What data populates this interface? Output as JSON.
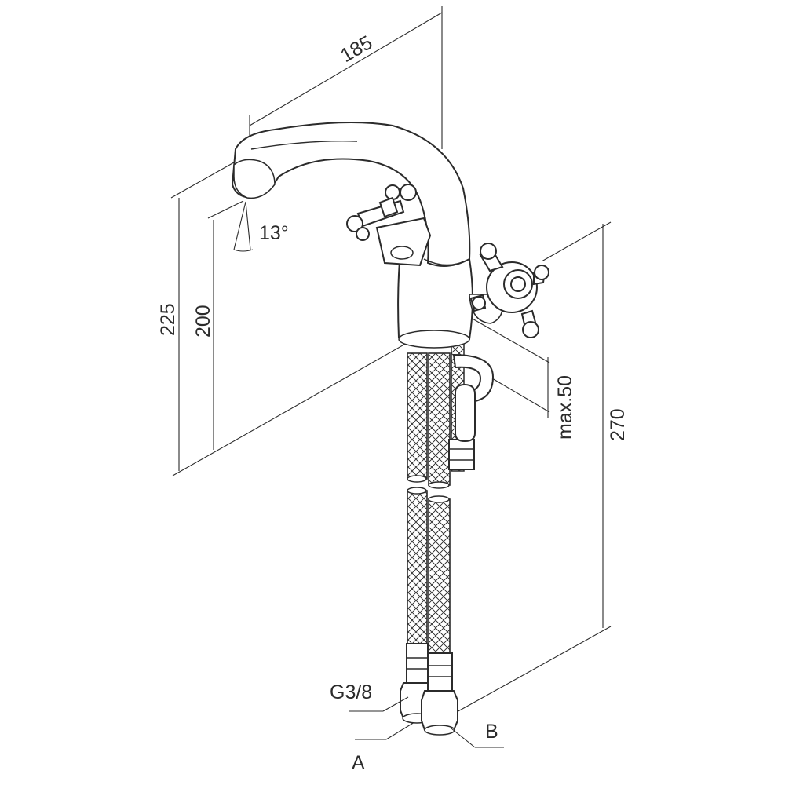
{
  "dimensions": {
    "width_185": "185",
    "height_225": "225",
    "height_200": "200",
    "angle_13": "13°",
    "deck_max50": "max.50",
    "hose_270": "270"
  },
  "callouts": {
    "thread": "G3/8",
    "inlet_a": "A",
    "inlet_b": "B"
  },
  "colors": {
    "line": "#2b2b2b",
    "background": "#ffffff"
  }
}
